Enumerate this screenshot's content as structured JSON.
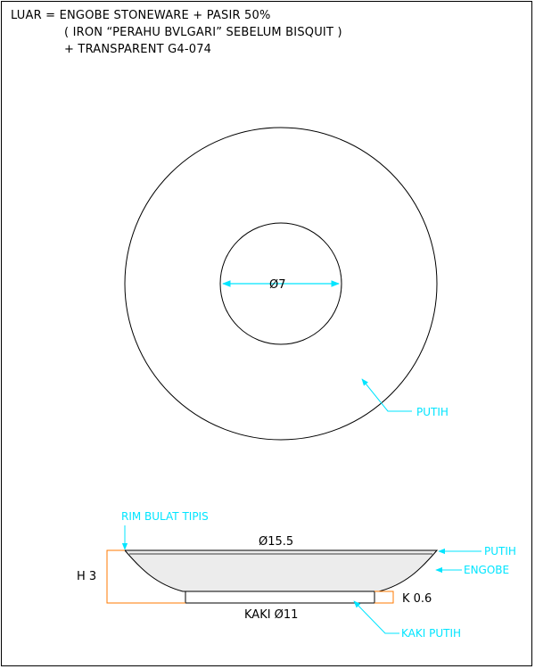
{
  "notes": {
    "line1": "LUAR = ENGOBE STONEWARE + PASIR 50%",
    "line2": "( IRON “PERAHU BVLGARI” SEBELUM BISQUIT )",
    "line3": "+ TRANSPARENT G4-074"
  },
  "top_view": {
    "inner_diameter": "Ø7",
    "putih_label": "PUTIH"
  },
  "section": {
    "rim_label": "RIM BULAT TIPIS",
    "top_diameter": "Ø15.5",
    "putih_label": "PUTIH",
    "engobe_label": "ENGOBE",
    "height_label": "H 3",
    "foot_height_label": "K 0.6",
    "foot_diameter_label": "KAKI Ø11",
    "foot_putih_label": "KAKI PUTIH"
  },
  "colors": {
    "annotation": "#00e5ff",
    "dimension": "#ff7a00",
    "line": "#000000",
    "bowl_fill": "#ececec"
  }
}
